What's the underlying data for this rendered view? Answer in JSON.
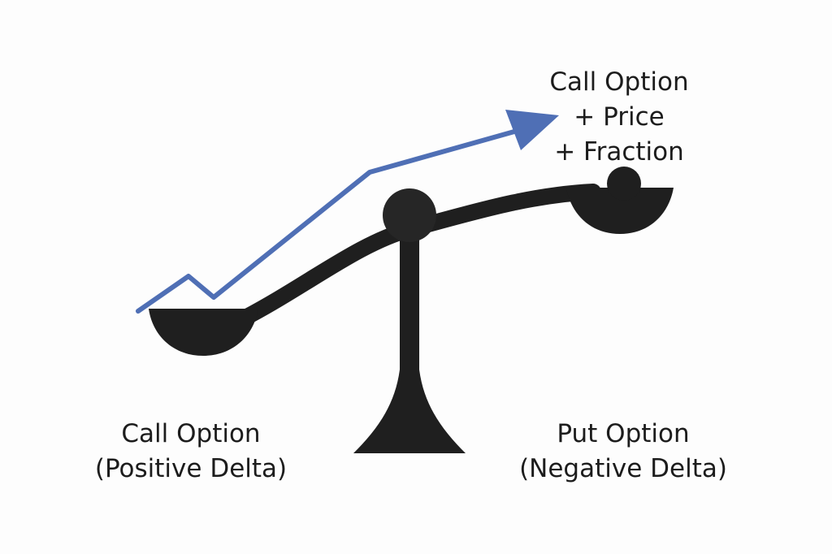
{
  "labels": {
    "top_right": [
      "Call Option",
      "+ Price",
      "+ Fraction"
    ],
    "bottom_left": [
      "Call Option",
      "(Positive Delta)"
    ],
    "bottom_right": [
      "Put Option",
      "(Negative Delta)"
    ]
  },
  "colors": {
    "arrow": "#4f6fb5",
    "scale": "#1f1f1f",
    "text": "#1c1c1c"
  },
  "icons": [
    "balance-scale-icon",
    "trend-arrow-icon"
  ]
}
